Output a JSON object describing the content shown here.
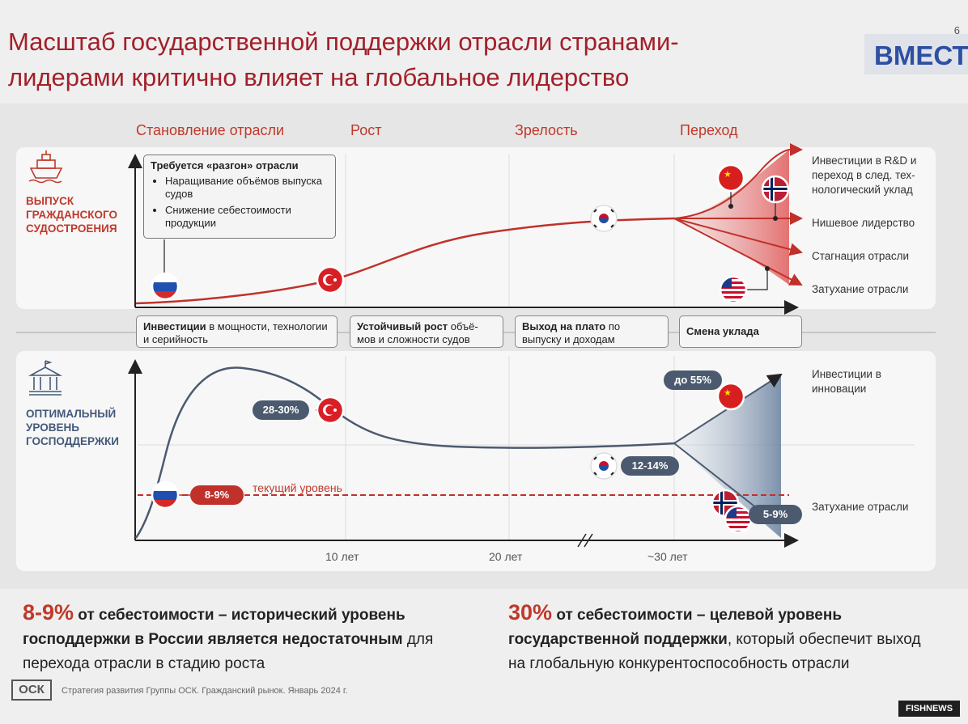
{
  "title": {
    "line1": "Масштаб государственной поддержки отрасли странами-",
    "line2": "лидерами критично влияет на глобальное лидерство"
  },
  "page_number": "6",
  "watermark": "ВМЕСТ",
  "phases": [
    "Становление отрасли",
    "Рост",
    "Зрелость",
    "Переход"
  ],
  "top_section": {
    "label": [
      "ВЫПУСК",
      "ГРАЖДАНСКОГО",
      "СУДОСТРОЕНИЯ"
    ],
    "callout": {
      "heading": "Требуется «разгон» отрасли",
      "bullets": [
        "Наращивание объёмов выпуска судов",
        "Снижение себестоимости продукции"
      ]
    },
    "outcomes": [
      "Инвестиции в R&D и переход в след. тех-нологический уклад",
      "Нишевое лидерство",
      "Стагнация отрасли",
      "Затухание отрасли"
    ]
  },
  "stages": [
    {
      "bold": "Инвестиции",
      "rest": " в мощности, технологии и серийность"
    },
    {
      "bold": "Устойчивый рост",
      "rest": " объё-мов и сложности судов"
    },
    {
      "bold": "Выход на плато",
      "rest": " по выпуску и доходам"
    },
    {
      "bold": "Смена уклада",
      "rest": ""
    }
  ],
  "bottom_section": {
    "label": [
      "ОПТИМАЛЬНЫЙ",
      "УРОВЕНЬ",
      "ГОСПОДДЕРЖКИ"
    ],
    "current_level_label": "текущий уровень",
    "pills": {
      "russia": "8-9%",
      "turkey": "28-30%",
      "korea": "12-14%",
      "china": "до 55%",
      "usa_norway": "5-9%"
    },
    "outcomes": [
      "Инвестиции в инновации",
      "Затухание отрасли"
    ],
    "x_ticks": [
      "10 лет",
      "20 лет",
      "~30 лет"
    ]
  },
  "summary_left": {
    "value": "8-9%",
    "bold_text": " от себестоимости – исторический уровень господдержки в России является недостаточным",
    "rest": " для перехода отрасли в стадию роста"
  },
  "summary_right": {
    "value": "30%",
    "bold_text": " от себестоимости – целевой уровень государственной поддержки",
    "rest": ", который обеспечит выход на глобальную конкурентоспособность отрасли"
  },
  "footer": {
    "logo": "ОСК",
    "source": "Стратегия развития Группы ОСК. Гражданский рынок. Январь 2024 г.",
    "badge": "FISHNEWS"
  },
  "colors": {
    "accent_red": "#c0392b",
    "slate": "#4b5a6f",
    "watermark_blue": "#2d4fa3"
  },
  "icons": [
    "ship-icon",
    "government-building-icon",
    "russia-flag-icon",
    "turkey-flag-icon",
    "korea-flag-icon",
    "china-flag-icon",
    "norway-flag-icon",
    "usa-flag-icon"
  ]
}
